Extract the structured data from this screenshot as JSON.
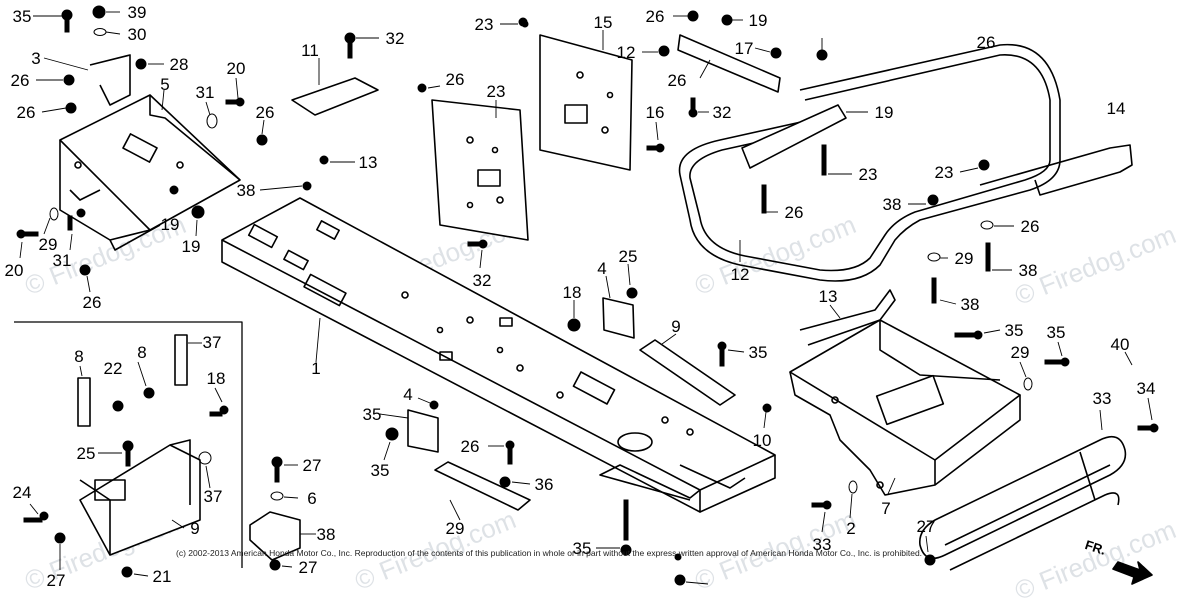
{
  "watermark": "© Firedog.com",
  "copyright": "(c) 2002-2013 American Honda Motor Co., Inc. Reproduction of the contents of this publication in whole or in part without the express written approval of American Honda Motor Co., Inc. is prohibited.",
  "direction_label": "FR.",
  "callouts": [
    {
      "id": "c35a",
      "text": "35"
    },
    {
      "id": "c39",
      "text": "39"
    },
    {
      "id": "c30",
      "text": "30"
    },
    {
      "id": "c3",
      "text": "3"
    },
    {
      "id": "c28",
      "text": "28"
    },
    {
      "id": "c26a",
      "text": "26"
    },
    {
      "id": "c5",
      "text": "5"
    },
    {
      "id": "c26b",
      "text": "26"
    },
    {
      "id": "c31a",
      "text": "31"
    },
    {
      "id": "c20a",
      "text": "20"
    },
    {
      "id": "c26c",
      "text": "26"
    },
    {
      "id": "c11",
      "text": "11"
    },
    {
      "id": "c32a",
      "text": "32"
    },
    {
      "id": "c23a",
      "text": "23"
    },
    {
      "id": "c15",
      "text": "15"
    },
    {
      "id": "c26d",
      "text": "26"
    },
    {
      "id": "c19a",
      "text": "19"
    },
    {
      "id": "c26e",
      "text": "26"
    },
    {
      "id": "c12a",
      "text": "12"
    },
    {
      "id": "c26f",
      "text": "26"
    },
    {
      "id": "c17",
      "text": "17"
    },
    {
      "id": "c26g",
      "text": "26"
    },
    {
      "id": "c23b",
      "text": "23"
    },
    {
      "id": "c16",
      "text": "16"
    },
    {
      "id": "c32b",
      "text": "32"
    },
    {
      "id": "c19b",
      "text": "19"
    },
    {
      "id": "c14",
      "text": "14"
    },
    {
      "id": "c13a",
      "text": "13"
    },
    {
      "id": "c23c",
      "text": "23"
    },
    {
      "id": "c38a",
      "text": "38"
    },
    {
      "id": "c26h",
      "text": "26"
    },
    {
      "id": "c23d",
      "text": "23"
    },
    {
      "id": "c38b",
      "text": "38"
    },
    {
      "id": "c26i",
      "text": "26"
    },
    {
      "id": "c29a",
      "text": "29"
    },
    {
      "id": "c31b",
      "text": "31"
    },
    {
      "id": "c19c",
      "text": "19"
    },
    {
      "id": "c19d",
      "text": "19"
    },
    {
      "id": "c20b",
      "text": "20"
    },
    {
      "id": "c26j",
      "text": "26"
    },
    {
      "id": "c32c",
      "text": "32"
    },
    {
      "id": "c12b",
      "text": "12"
    },
    {
      "id": "c29b",
      "text": "29"
    },
    {
      "id": "c38c",
      "text": "38"
    },
    {
      "id": "c4a",
      "text": "4"
    },
    {
      "id": "c25a",
      "text": "25"
    },
    {
      "id": "c18a",
      "text": "18"
    },
    {
      "id": "c13b",
      "text": "13"
    },
    {
      "id": "c38d",
      "text": "38"
    },
    {
      "id": "c1",
      "text": "1"
    },
    {
      "id": "c9a",
      "text": "9"
    },
    {
      "id": "c35b",
      "text": "35"
    },
    {
      "id": "c35c",
      "text": "35"
    },
    {
      "id": "c35d",
      "text": "35"
    },
    {
      "id": "c29c",
      "text": "29"
    },
    {
      "id": "c40",
      "text": "40"
    },
    {
      "id": "c8a",
      "text": "8"
    },
    {
      "id": "c22",
      "text": "22"
    },
    {
      "id": "c8b",
      "text": "8"
    },
    {
      "id": "c37a",
      "text": "37"
    },
    {
      "id": "c18b",
      "text": "18"
    },
    {
      "id": "c4b",
      "text": "4"
    },
    {
      "id": "c35e",
      "text": "35"
    },
    {
      "id": "c10",
      "text": "10"
    },
    {
      "id": "c33a",
      "text": "33"
    },
    {
      "id": "c34",
      "text": "34"
    },
    {
      "id": "c25b",
      "text": "25"
    },
    {
      "id": "c35f",
      "text": "35"
    },
    {
      "id": "c26k",
      "text": "26"
    },
    {
      "id": "c36",
      "text": "36"
    },
    {
      "id": "c27a",
      "text": "27"
    },
    {
      "id": "c37b",
      "text": "37"
    },
    {
      "id": "c24",
      "text": "24"
    },
    {
      "id": "c6",
      "text": "6"
    },
    {
      "id": "c9b",
      "text": "9"
    },
    {
      "id": "c29d",
      "text": "29"
    },
    {
      "id": "c2",
      "text": "2"
    },
    {
      "id": "c7",
      "text": "7"
    },
    {
      "id": "c38e",
      "text": "38"
    },
    {
      "id": "c35g",
      "text": "35"
    },
    {
      "id": "c33b",
      "text": "33"
    },
    {
      "id": "c27b",
      "text": "27"
    },
    {
      "id": "c27c",
      "text": "27"
    },
    {
      "id": "c27d",
      "text": "27"
    },
    {
      "id": "c21",
      "text": "21"
    }
  ]
}
